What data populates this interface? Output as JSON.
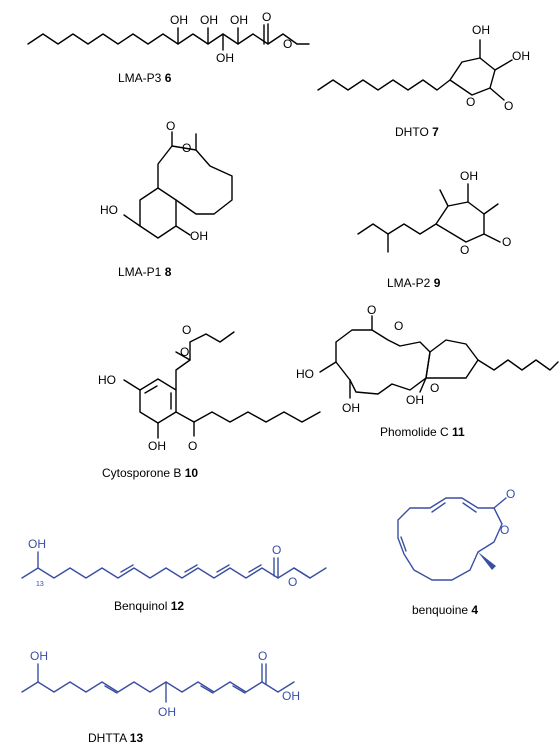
{
  "atoms": {
    "OH": "OH",
    "HO": "HO",
    "O": "O",
    "label13": "13"
  },
  "compounds": [
    {
      "name": "LMA-P3",
      "number": "6"
    },
    {
      "name": "DHTO",
      "number": "7"
    },
    {
      "name": "LMA-P1",
      "number": "8"
    },
    {
      "name": "LMA-P2",
      "number": "9"
    },
    {
      "name": "Cytosporone B",
      "number": "10"
    },
    {
      "name": "Phomolide C",
      "number": "11"
    },
    {
      "name": "Benquinol",
      "number": "12"
    },
    {
      "name": "benquoine",
      "number": "4"
    },
    {
      "name": "DHTTA",
      "number": "13"
    }
  ],
  "colors": {
    "black": "#000000",
    "blue": "#3a4fa3"
  }
}
